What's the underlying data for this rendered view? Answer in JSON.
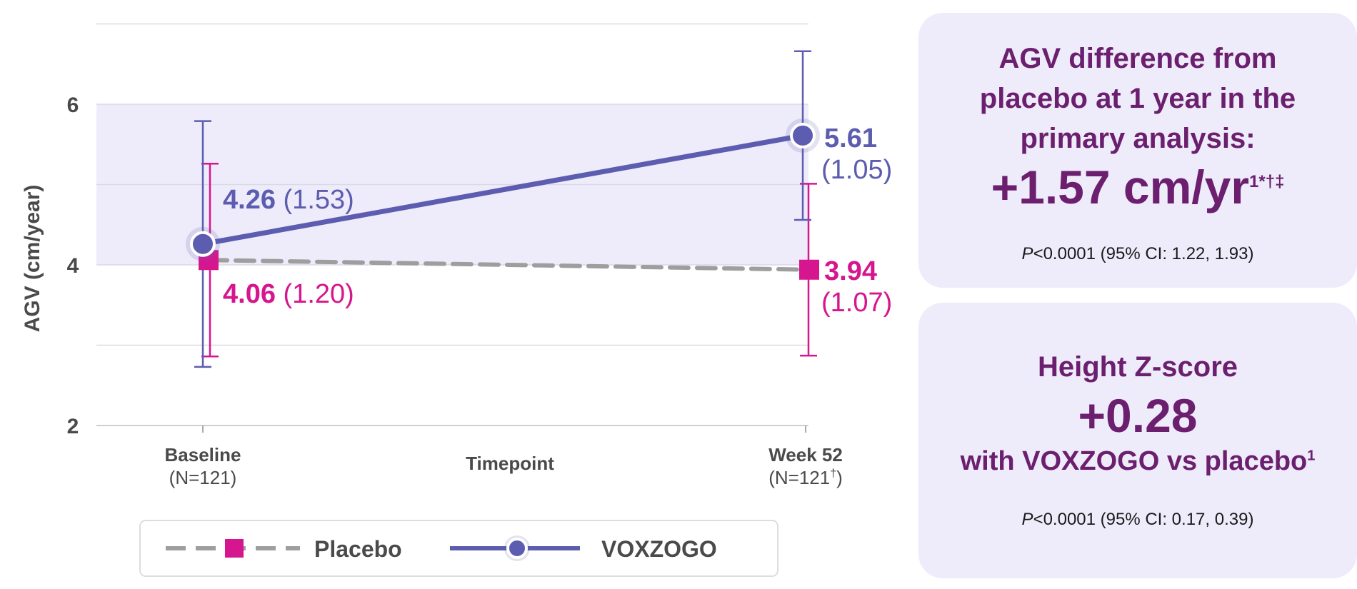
{
  "chart_data": {
    "type": "line",
    "ylabel": "AGV (cm/year)",
    "xlabel": "Timepoint",
    "ylim": [
      2,
      7
    ],
    "yticks": [
      2,
      4,
      6
    ],
    "categories": [
      {
        "label": "Baseline",
        "sub": "(N=121)",
        "sub_sup": ""
      },
      {
        "label": "Week 52",
        "sub": "(N=121",
        "sub_sup": "†",
        "sub_close": ")"
      }
    ],
    "shaded_band": [
      4,
      6
    ],
    "series": [
      {
        "name": "Placebo",
        "marker": "square",
        "line": "dashed",
        "line_color": "#9e9e9e",
        "marker_color": "#d6168e",
        "values": [
          4.06,
          3.94
        ],
        "sd": [
          1.2,
          1.07
        ],
        "value_labels": [
          "4.06",
          "3.94"
        ],
        "sd_labels": [
          "(1.20)",
          "(1.07)"
        ]
      },
      {
        "name": "VOXZOGO",
        "marker": "circle",
        "line": "solid",
        "line_color": "#5c5cb0",
        "marker_color": "#5c5cb0",
        "values": [
          4.26,
          5.61
        ],
        "sd": [
          1.53,
          1.05
        ],
        "value_labels": [
          "4.26",
          "5.61"
        ],
        "sd_labels": [
          "(1.53)",
          "(1.05)"
        ]
      }
    ],
    "legend_position": "bottom"
  },
  "cards": {
    "agv": {
      "heading_lines": [
        "AGV difference from",
        "placebo at 1 year in the",
        "primary analysis:"
      ],
      "value": "+1.57 cm/yr",
      "value_sup": "1*†‡",
      "p_prefix": "P",
      "p_rest": "<0.0001 (95% CI: 1.22, 1.93)"
    },
    "z": {
      "heading": "Height Z-score",
      "value": "+0.28",
      "subtitle": "with VOXZOGO vs placebo",
      "subtitle_sup": "1",
      "p_prefix": "P",
      "p_rest": "<0.0001 (95% CI: 0.17, 0.39)"
    }
  },
  "colors": {
    "placebo": "#d6168e",
    "voxzogo": "#5c5cb0",
    "band": "#eeecfa",
    "card_text": "#6b1f6e"
  }
}
